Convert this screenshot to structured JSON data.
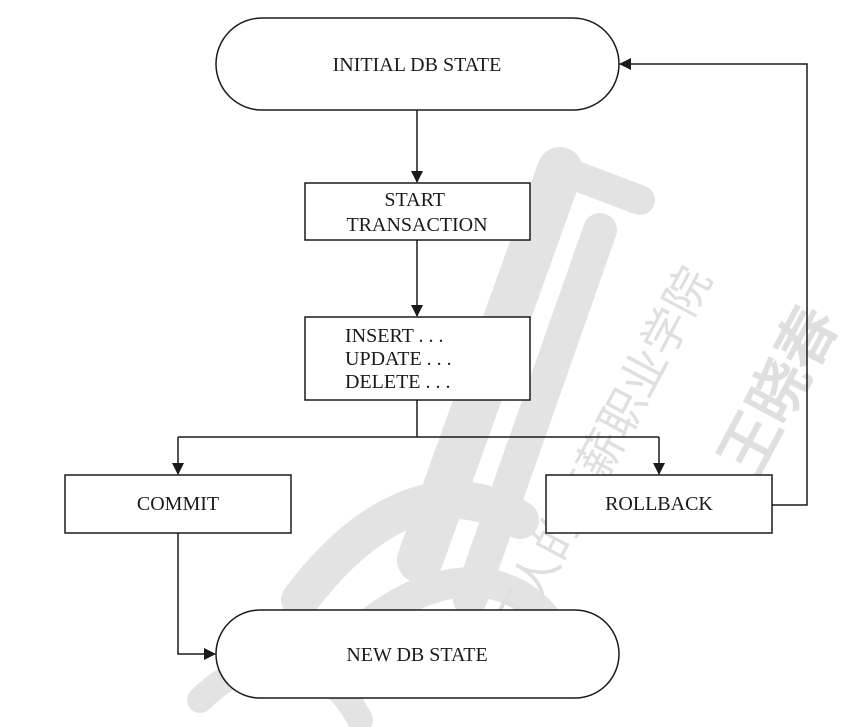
{
  "diagram": {
    "nodes": {
      "initial": {
        "label": "INITIAL DB STATE"
      },
      "start": {
        "lines": [
          "START",
          "TRANSACTION"
        ]
      },
      "statements": {
        "lines": [
          "INSERT . . .",
          "UPDATE . . .",
          "DELETE . . ."
        ]
      },
      "commit": {
        "label": "COMMIT"
      },
      "rollback": {
        "label": "ROLLBACK"
      },
      "new_state": {
        "label": "NEW DB STATE"
      }
    }
  },
  "watermark": {
    "school": "IT人的高薪职业学院",
    "author": "王晓春"
  },
  "colors": {
    "line": "#1a1a1a",
    "watermark": "#d9d9d9"
  }
}
